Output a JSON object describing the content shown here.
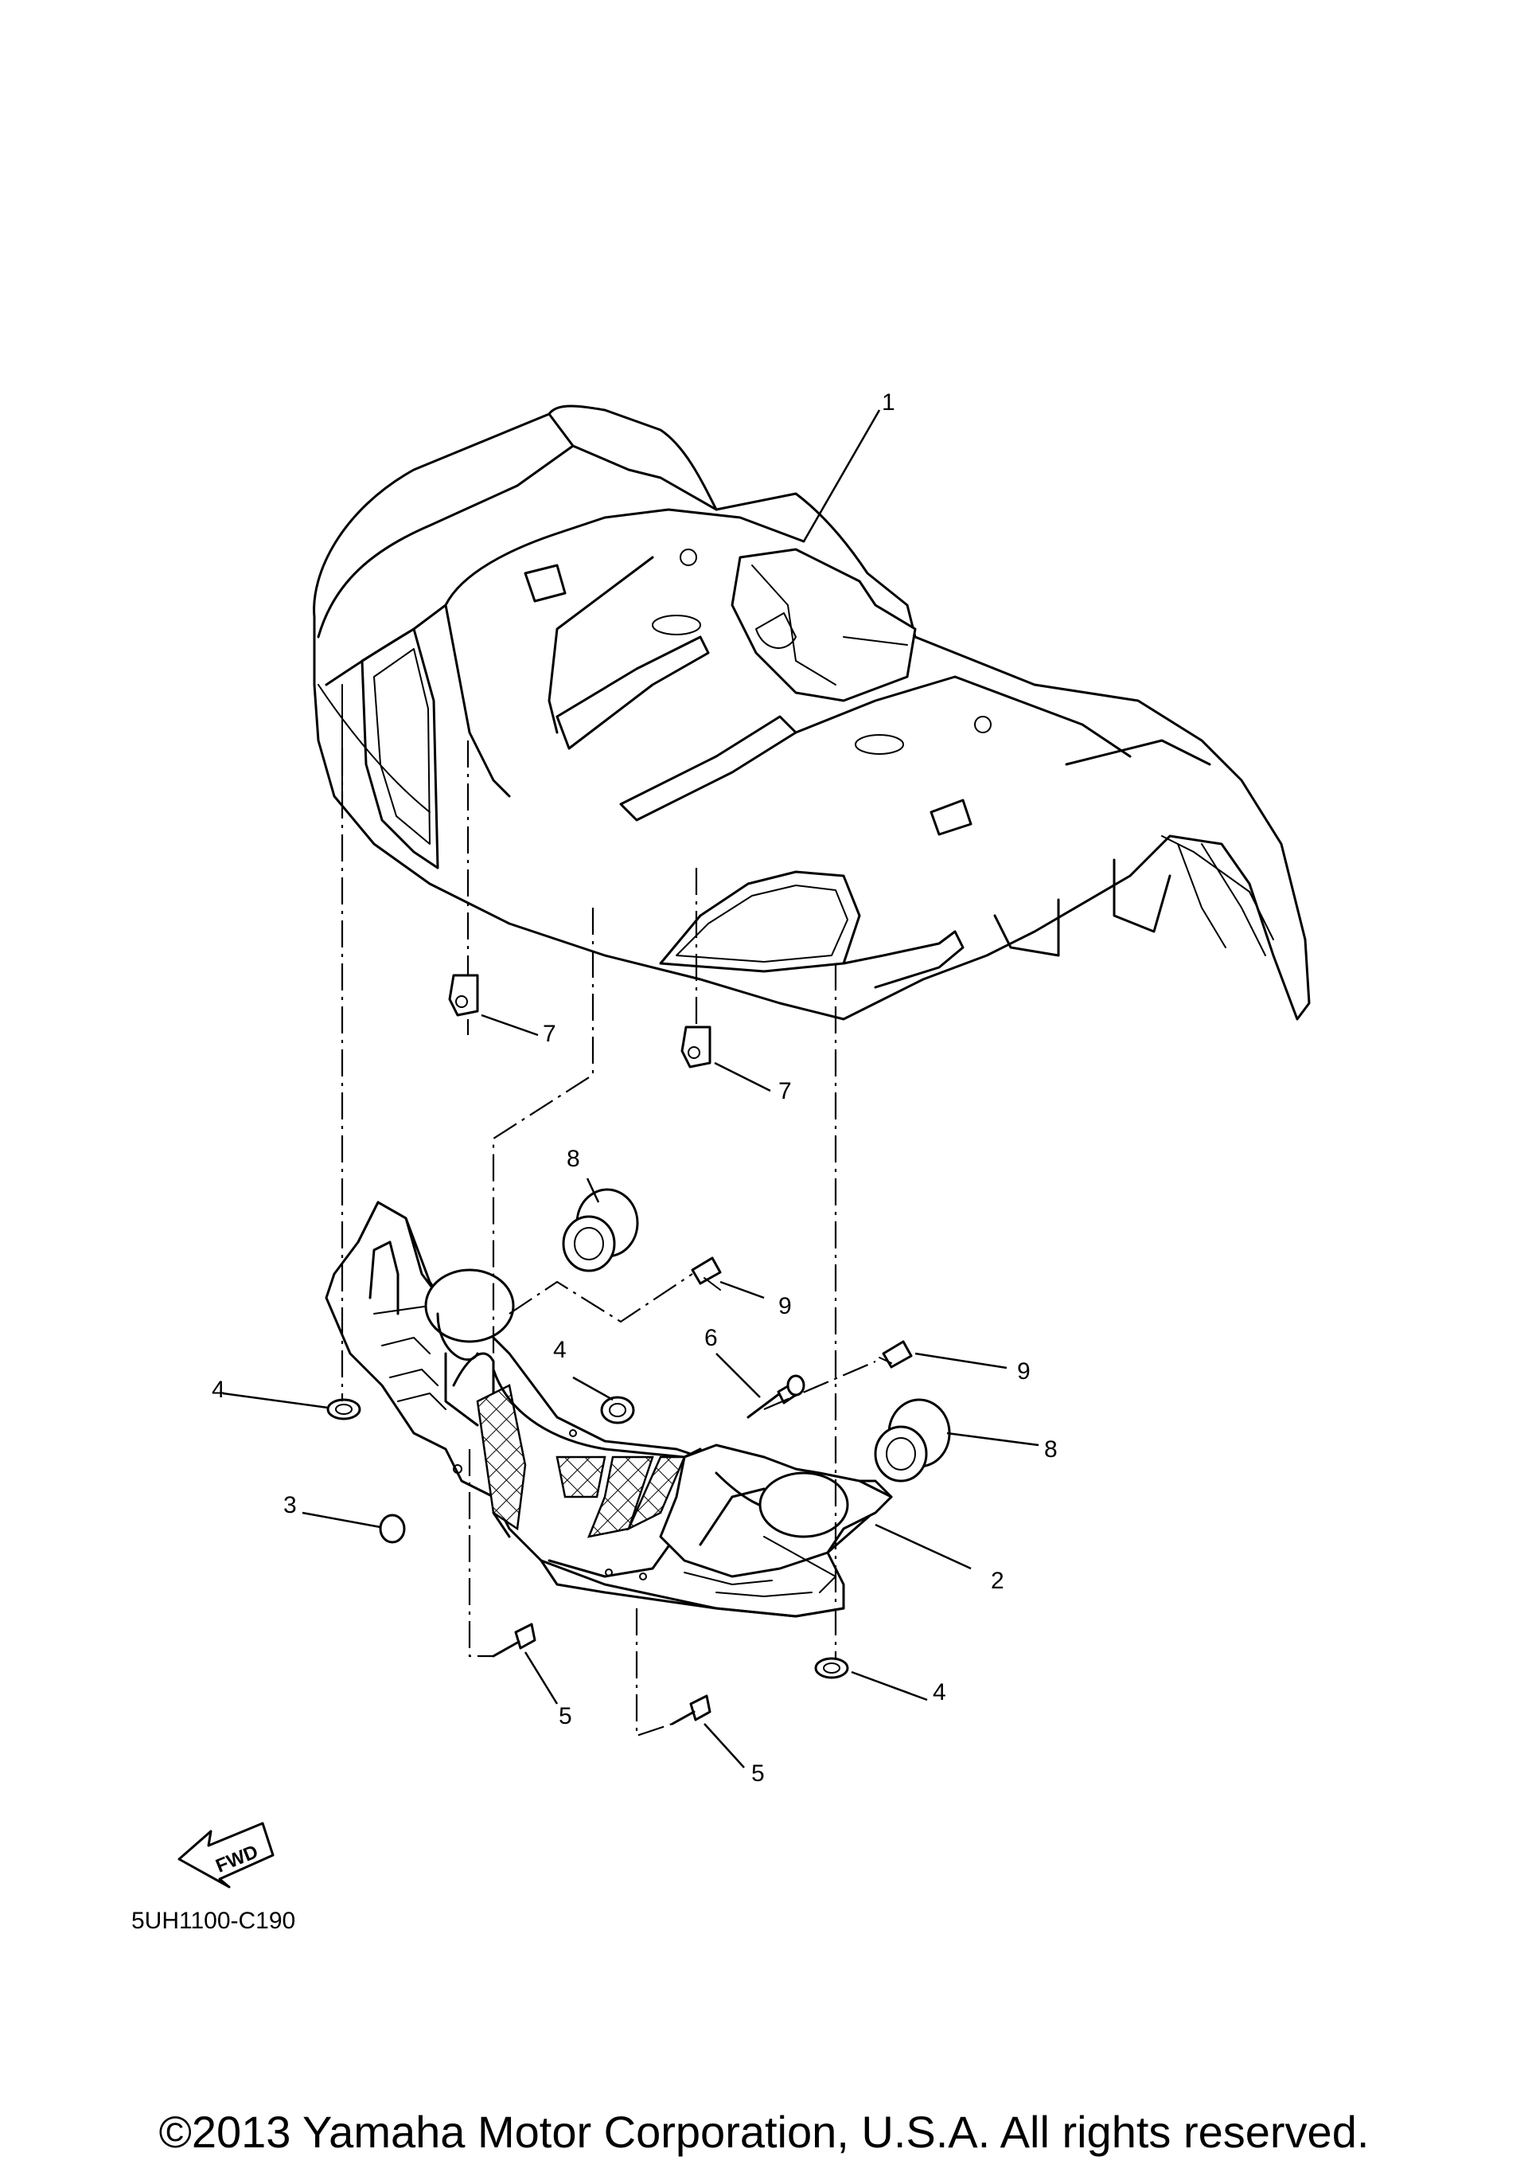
{
  "callouts": {
    "c1": "1",
    "c2": "2",
    "c3": "3",
    "c4a": "4",
    "c4b": "4",
    "c4c": "4",
    "c5a": "5",
    "c5b": "5",
    "c6": "6",
    "c7a": "7",
    "c7b": "7",
    "c8a": "8",
    "c8b": "8",
    "c9a": "9",
    "c9b": "9"
  },
  "fwd_label": "FWD",
  "diagram_code": "5UH1100-C190",
  "copyright": "©2013 Yamaha Motor Corporation, U.S.A. All rights reserved."
}
